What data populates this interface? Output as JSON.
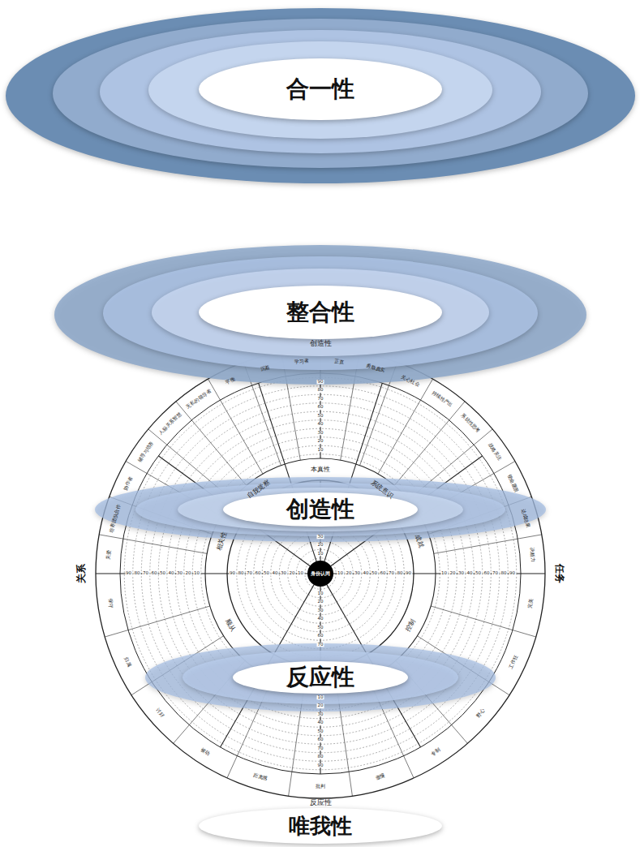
{
  "diagram": {
    "nodes": [
      {
        "text": [
          "合一性"
        ]
      },
      {
        "text": [
          "整合性"
        ]
      },
      {
        "text": [
          "创造性"
        ]
      },
      {
        "text": [
          "身份认同"
        ]
      },
      {
        "text": [
          "反应性"
        ]
      },
      {
        "text": [
          "唯我性"
        ]
      }
    ],
    "labels": [
      "创造性",
      "关系",
      "任务",
      "反应性",
      "相关性",
      "自我觉察",
      "本真性",
      "系统意识",
      "成就",
      "控制",
      "顺从",
      "关爱",
      "培养团队合作",
      "协作者",
      "辅导与培养",
      "人际关系智慧",
      "无私的领导者",
      "平衡",
      "沉着",
      "学习者",
      "正直",
      "勇敢真实",
      "关心社会",
      "持续性产出",
      "系统性思考",
      "战略关注",
      "使命愿景",
      "达成结果",
      "决断力",
      "完美",
      "工作狂",
      "野心",
      "专制",
      "傲慢",
      "批判",
      "距离感",
      "被动",
      "讨好",
      "归属",
      "保守",
      "90",
      "80",
      "70",
      "60",
      "50",
      "40",
      "30",
      "20",
      "10",
      "90",
      "80",
      "70",
      "60",
      "50",
      "40",
      "30",
      "20",
      "10",
      "10",
      "20",
      "30",
      "40",
      "50",
      "60",
      "70",
      "80",
      "90",
      "10",
      "20",
      "30",
      "40",
      "50",
      "60",
      "70",
      "80",
      "90",
      "90",
      "80",
      "70",
      "60",
      "50",
      "40",
      "30",
      "20",
      "10",
      "30",
      "20",
      "10",
      "10",
      "20",
      "30",
      "40",
      "50",
      "60",
      "70",
      "10",
      "20",
      "30",
      "40",
      "50",
      "60",
      "70",
      "80",
      "90"
    ]
  }
}
